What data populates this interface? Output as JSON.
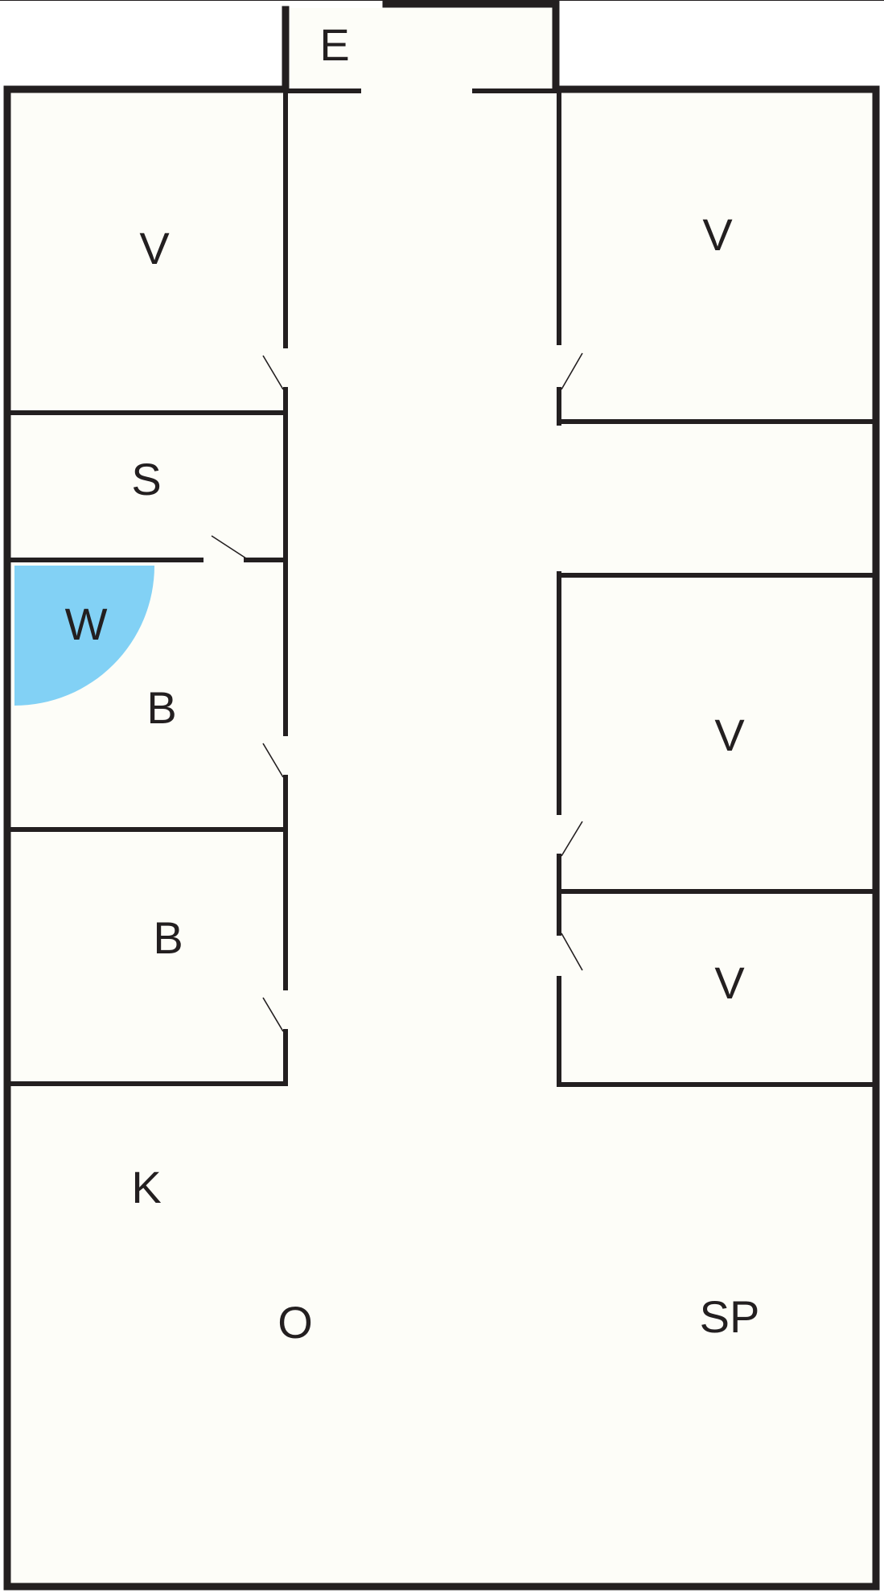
{
  "colors": {
    "floor": "#fdfdf8",
    "wall": "#231f20",
    "fixture": "#82d1f5",
    "outside": "#ffffff"
  },
  "labels": {
    "entrance": "E",
    "room_top_left": "V",
    "room_top_right": "V",
    "storage": "S",
    "fixture": "W",
    "bath": "B",
    "bedroom_lower_left": "B",
    "room_mid_right": "V",
    "room_lower_right": "V",
    "kitchen": "K",
    "open_area": "O",
    "dining": "SP"
  }
}
